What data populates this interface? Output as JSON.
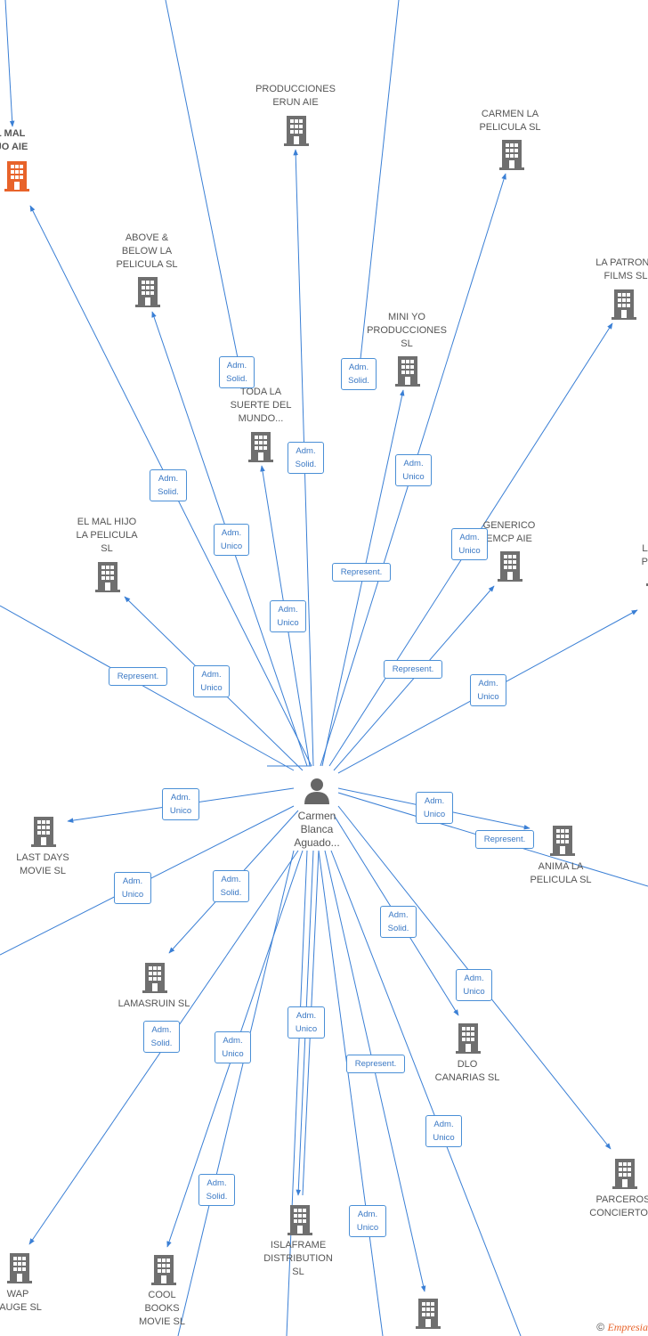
{
  "colors": {
    "edge": "#3a7fd5",
    "building": "#6f6f6f",
    "highlight": "#e8632a",
    "person": "#666666"
  },
  "center": {
    "label": "Carmen\nBlanca\nAguado...",
    "icon": "person-icon"
  },
  "nodes": [
    {
      "id": "el-mal-hijo-aie",
      "label": "EL MAL\nHIJO AIE",
      "highlight": true
    },
    {
      "id": "producciones-erun-aie",
      "label": "PRODUCCIONES\nERUN AIE"
    },
    {
      "id": "carmen-la-pelicula",
      "label": "CARMEN LA\nPELICULA  SL"
    },
    {
      "id": "above-below",
      "label": "ABOVE &\nBELOW LA\nPELICULA  SL"
    },
    {
      "id": "la-patrona-films",
      "label": "LA PATRONA\nFILMS  SL"
    },
    {
      "id": "mini-yo",
      "label": "MINI YO\nPRODUCCIONES\nSL"
    },
    {
      "id": "toda-la-suerte",
      "label": "TODA LA\nSUERTE DEL\nMUNDO..."
    },
    {
      "id": "el-mal-hijo-pelicula",
      "label": "EL MAL HIJO\nLA PELICULA\nSL"
    },
    {
      "id": "generico-emcp",
      "label": "GENERICO\nEMCP AIE"
    },
    {
      "id": "la-pe-partial",
      "label": "LA\nPE"
    },
    {
      "id": "last-days",
      "label": "LAST DAYS\nMOVIE  SL"
    },
    {
      "id": "anima-la-pelicula",
      "label": "ANIMA LA\nPELICULA  SL"
    },
    {
      "id": "lamasruin",
      "label": "LAMASRUIN  SL"
    },
    {
      "id": "dlo-canarias",
      "label": "DLO\nCANARIAS  SL"
    },
    {
      "id": "parceros",
      "label": "PARCEROS\nCONCIERTO A"
    },
    {
      "id": "wap-lauge",
      "label": "WAP\nLAUGE  SL"
    },
    {
      "id": "cool-books",
      "label": "COOL\nBOOKS\nMOVIE  SL"
    },
    {
      "id": "islaframe",
      "label": "ISLAFRAME\nDISTRIBUTION\nSL"
    },
    {
      "id": "bottom-unnamed",
      "label": ""
    }
  ],
  "edge_labels": [
    "Adm.\nSolid.",
    "Adm.\nSolid.",
    "Adm.\nSolid.",
    "Adm.\nUnico",
    "Adm.\nSolid.",
    "Adm.\nUnico",
    "Adm.\nUnico",
    "Adm.\nUnico",
    "Represent.",
    "Represent.",
    "Represent.",
    "Adm.\nUnico",
    "Adm.\nUnico",
    "Adm.\nUnico",
    "Adm.\nUnico",
    "Represent.",
    "Adm.\nSolid.",
    "Adm.\nUnico",
    "Adm.\nSolid.",
    "Adm.\nUnico",
    "Adm.\nUnico",
    "Represent.",
    "Adm.\nUnico",
    "Adm.\nSolid.",
    "Adm.\nUnico",
    "Adm.\nUnico",
    "Adm.\nSolid."
  ],
  "copyright": {
    "symbol": "©",
    "brand": "Empresia"
  }
}
